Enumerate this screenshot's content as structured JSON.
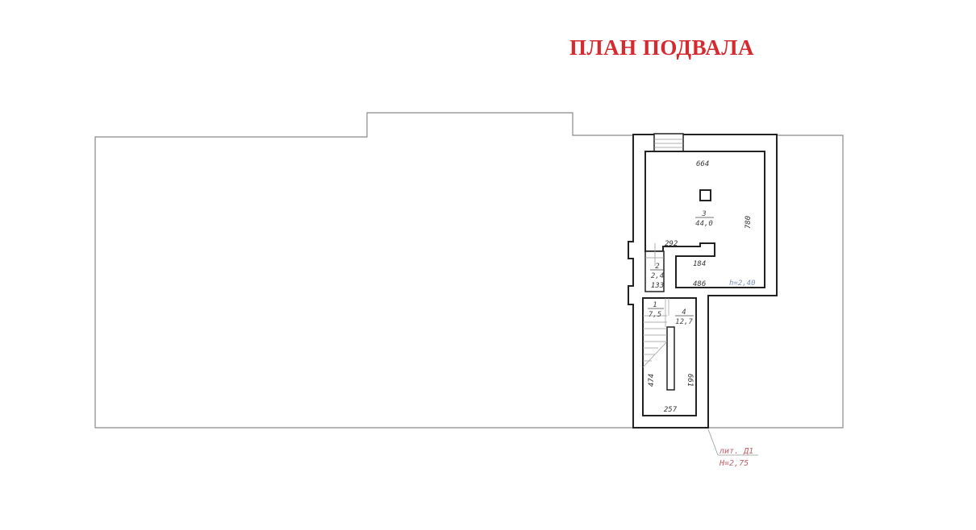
{
  "title": "ПЛАН ПОДВАЛА",
  "colors": {
    "title": "#d42a30",
    "walls": "#222222",
    "outline": "#888888",
    "liter_annotation": "#c0606a",
    "height_annotation": "#7b8fb8"
  },
  "rooms": [
    {
      "number": "1",
      "area": "7,5"
    },
    {
      "number": "2",
      "area": "2,4"
    },
    {
      "number": "3",
      "area": "44,0"
    },
    {
      "number": "4",
      "area": "12,7"
    }
  ],
  "dimensions": {
    "room3_width": "664",
    "room3_length": "780",
    "notch_width": "292",
    "notch_depth": "184",
    "room3_bottom": "486",
    "room2_width": "133",
    "room4_left": "474",
    "room4_right": "661",
    "room4_bottom": "257"
  },
  "room_height": "h=2,40",
  "liter": {
    "label": "лит. Д1",
    "height": "H=2,75"
  }
}
